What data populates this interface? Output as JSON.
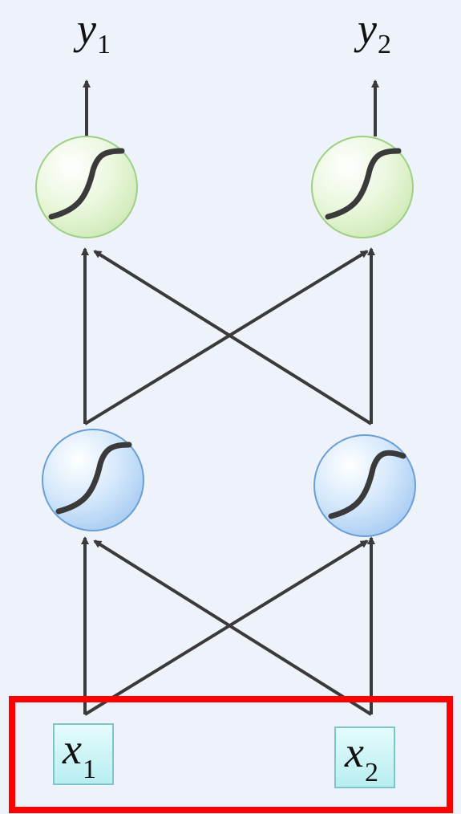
{
  "outputs": [
    {
      "var": "y",
      "sub": "1"
    },
    {
      "var": "y",
      "sub": "2"
    }
  ],
  "inputs": [
    {
      "var": "x",
      "sub": "1"
    },
    {
      "var": "x",
      "sub": "2"
    }
  ],
  "colors": {
    "background": "#eef2fa",
    "edge": "#3a3a3a",
    "output_node_fill": "#e4f5d2",
    "output_node_stroke": "#9fcf85",
    "hidden_node_fill": "#c9e2fb",
    "hidden_node_stroke": "#6a9fd6",
    "input_box_fill": "#c9f3f5",
    "input_box_stroke": "#7fc4c8",
    "highlight": "#ff0000"
  },
  "icons": {
    "activation": "sigmoid-icon"
  }
}
